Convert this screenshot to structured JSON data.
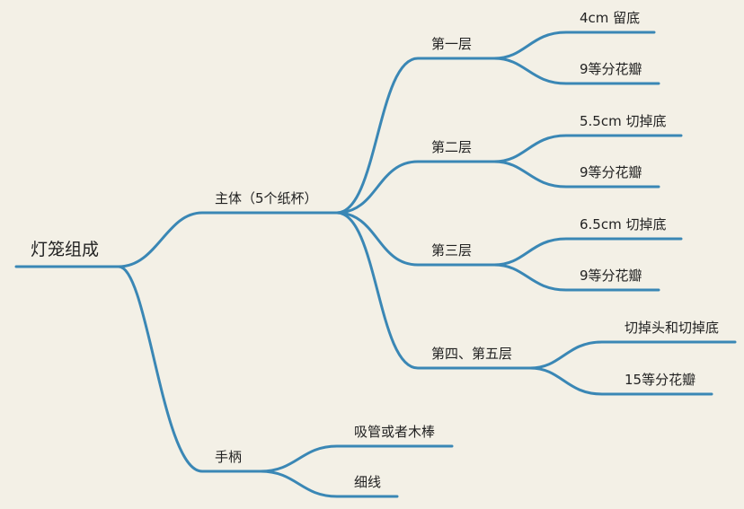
{
  "mindmap": {
    "root": "灯笼组成",
    "body": {
      "label": "主体（5个纸杯）",
      "layers": [
        {
          "label": "第一层",
          "children": [
            "4cm 留底",
            "9等分花瓣"
          ]
        },
        {
          "label": "第二层",
          "children": [
            "5.5cm 切掉底",
            "9等分花瓣"
          ]
        },
        {
          "label": "第三层",
          "children": [
            "6.5cm 切掉底",
            "9等分花瓣"
          ]
        },
        {
          "label": "第四、第五层",
          "children": [
            "切掉头和切掉底",
            "15等分花瓣"
          ]
        }
      ]
    },
    "handle": {
      "label": "手柄",
      "children": [
        "吸管或者木棒",
        "细线"
      ]
    }
  },
  "colors": {
    "background": "#f3f0e6",
    "branch": "#3a87b5",
    "text": "#222222"
  }
}
